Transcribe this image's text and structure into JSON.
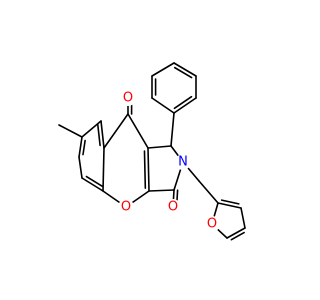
{
  "structure": {
    "atoms": {
      "o_carbonyl_top": {
        "symbol": "O",
        "color": "#ff0000"
      },
      "o_carbonyl_right": {
        "symbol": "O",
        "color": "#ff0000"
      },
      "o_pyran": {
        "symbol": "O",
        "color": "#ff0000"
      },
      "n_lactam": {
        "symbol": "N",
        "color": "#0000ff"
      },
      "o_furan": {
        "symbol": "O",
        "color": "#ff0000"
      }
    }
  }
}
